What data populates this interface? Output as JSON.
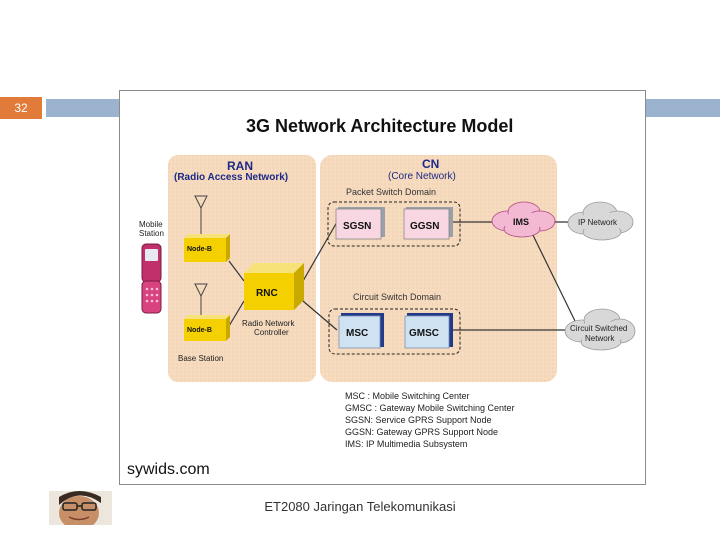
{
  "slide": {
    "page_number": "32",
    "footer_text": "ET2080 Jaringan Telekomunikasi",
    "credit": "sywids.com"
  },
  "diagram": {
    "title": "3G Network Architecture Model",
    "ran": {
      "title": "RAN",
      "subtitle": "(Radio Access Network)"
    },
    "cn": {
      "title": "CN",
      "subtitle": "(Core Network)"
    },
    "packet_domain": "Packet Switch Domain",
    "circuit_domain": "Circuit Switch Domain",
    "mobile_station": {
      "line1": "Mobile",
      "line2": "Station"
    },
    "nodeb_label": "Node-B",
    "base_station": "Base Station",
    "rnc": "RNC",
    "rnc_caption": {
      "line1": "Radio Network",
      "line2": "Controller"
    },
    "sgsn": "SGSN",
    "ggsn": "GGSN",
    "msc": "MSC",
    "gmsc": "GMSC",
    "ims": "IMS",
    "ip_network": "IP Network",
    "circuit_network": {
      "line1": "Circuit Switched",
      "line2": "Network"
    },
    "legend": [
      "MSC   : Mobile Switching Center",
      "GMSC : Gateway Mobile Switching Center",
      "SGSN: Service GPRS Support Node",
      "GGSN: Gateway GPRS Support Node",
      "IMS:  IP Multimedia Subsystem"
    ]
  },
  "colors": {
    "accent": "#e07b39",
    "bar": "#9cb3d0",
    "panel": "#f7dcc0",
    "yellow_box": "#f5d000",
    "blue_box": "#cfe2f2",
    "cloud_pink": "#f3b8d2",
    "cloud_grey": "#d8d8d8"
  },
  "icons": [
    "antenna-icon",
    "mobile-phone-icon",
    "cloud-icon",
    "portrait-photo"
  ]
}
